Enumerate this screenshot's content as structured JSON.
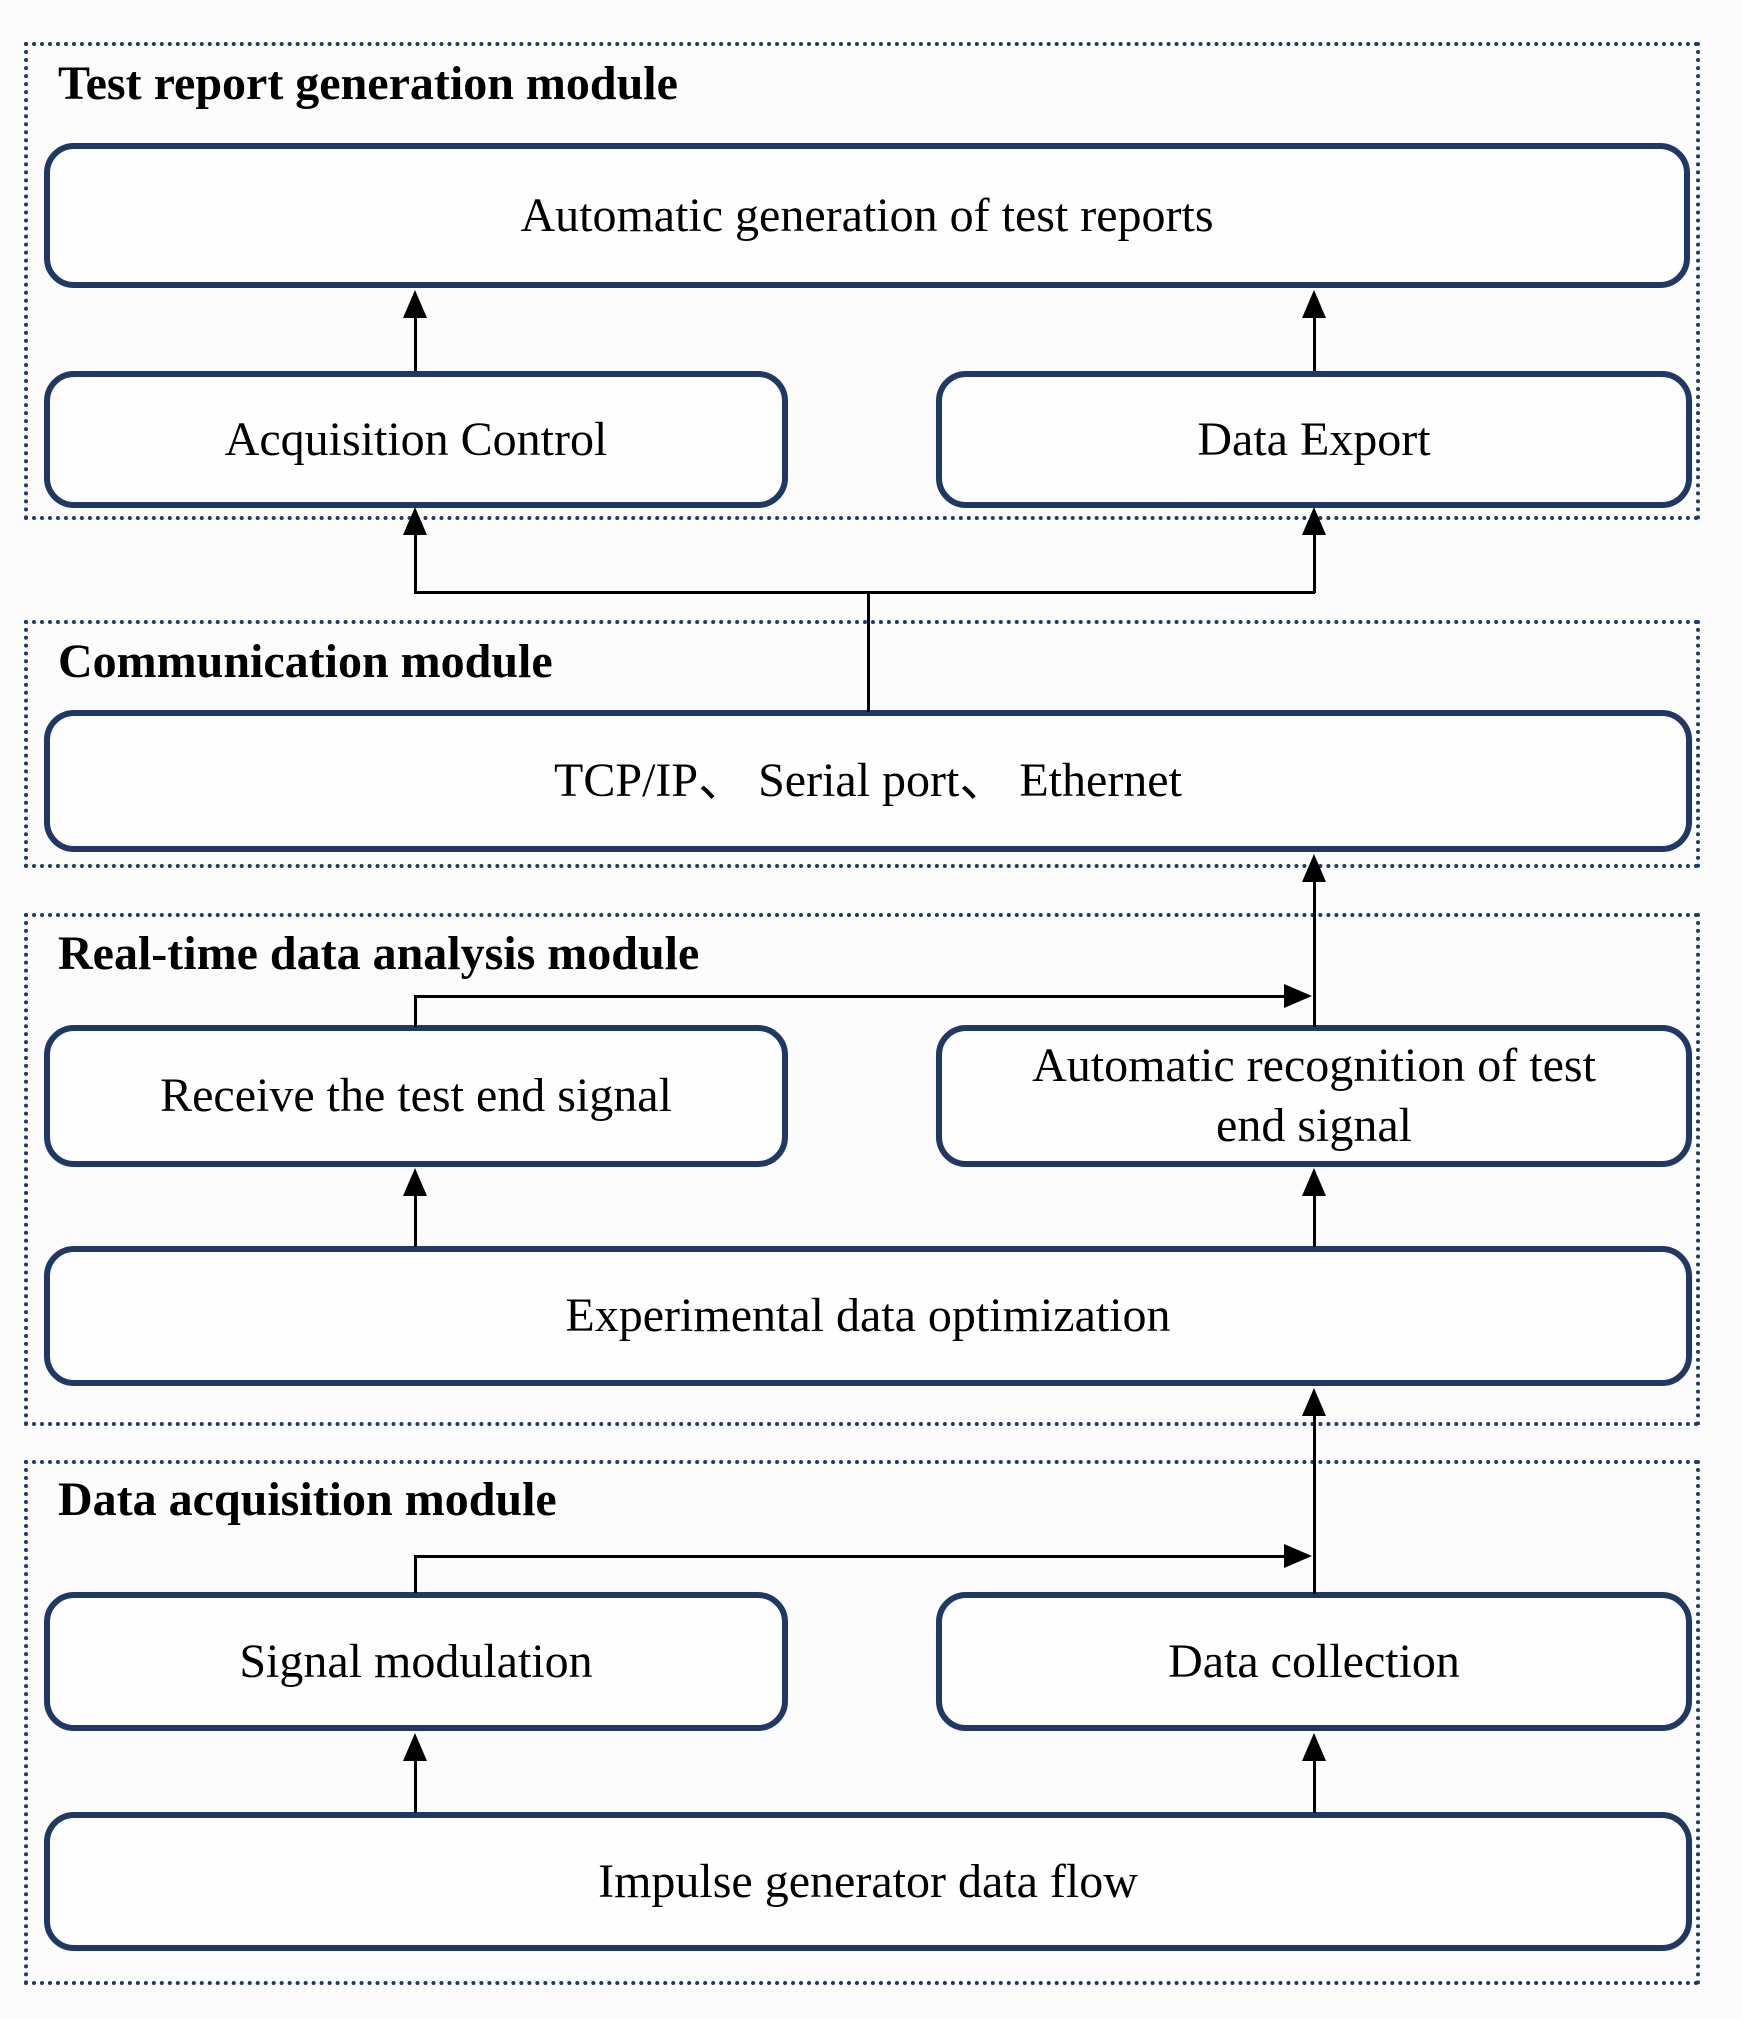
{
  "colors": {
    "border_navy": "#1f3864",
    "arrow_black": "#000000",
    "text_black": "#000000",
    "background": "#fcfcfc"
  },
  "modules": [
    {
      "title": "Test report generation module",
      "boxes": {
        "report": "Automatic generation of test reports",
        "acquisition": "Acquisition Control",
        "export": "Data Export"
      }
    },
    {
      "title": "Communication module",
      "boxes": {
        "channels": "TCP/IP、 Serial port、 Ethernet"
      }
    },
    {
      "title": "Real-time data analysis module",
      "boxes": {
        "receive": "Receive the test end signal",
        "recognition": "Automatic recognition of test end signal",
        "optimization": "Experimental data optimization"
      }
    },
    {
      "title": "Data acquisition module",
      "boxes": {
        "modulation": "Signal modulation",
        "collection": "Data collection",
        "impulse": "Impulse generator data flow"
      }
    }
  ]
}
